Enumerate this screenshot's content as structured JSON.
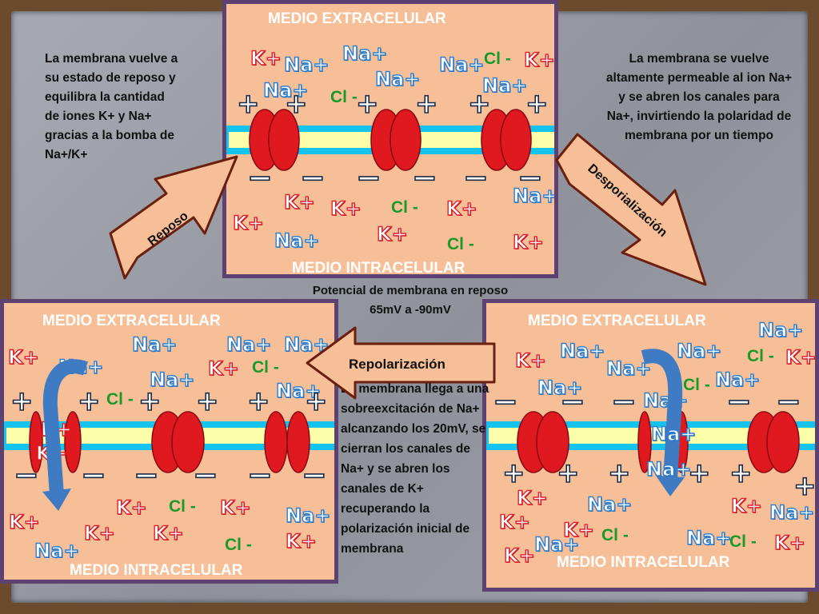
{
  "labels": {
    "extracelular": "MEDIO EXTRACELULAR",
    "intracelular": "MEDIO INTRACELULAR"
  },
  "ions": {
    "na": "Na+",
    "k": "K+",
    "cl": "Cl -"
  },
  "signs": {
    "plus": "+",
    "minus": "−"
  },
  "arrows": {
    "reposo": "Reposo",
    "despolarizacion": "Desporialización",
    "repolarizacion": "Repolarización"
  },
  "texts": {
    "left": "La membrana vuelve a su estado de reposo y equilibra la cantidad de iones K+  y Na+ gracias a la bomba de Na+/K+",
    "right": "La membrana se vuelve altamente permeable al ion Na+ y se abren los canales para Na+, invirtiendo la polaridad de membrana por un tiempo",
    "middle": "La membrana llega a una sobreexcitación de Na+ alcanzando los 20mV, se cierran los canales de Na+ y se abren los canales de K+ recuperando la polarización inicial de membrana",
    "potential_line1": "Potencial de membrana en reposo",
    "potential_line2": "65mV a -90mV"
  },
  "colors": {
    "panel": "#f7bf98",
    "panel_border": "#5d4170",
    "membrane": "#fcfda8",
    "membrane_border": "#14c3ee",
    "channel": "#e0181f",
    "arrow_fill": "#f7bf98",
    "arrow_stroke": "#6b1f0f",
    "blue_arrow": "#3f7bc2"
  },
  "icons": [
    "sodium-channel-icon",
    "curved-blue-arrow-icon",
    "plus-charge-icon",
    "minus-charge-icon"
  ]
}
